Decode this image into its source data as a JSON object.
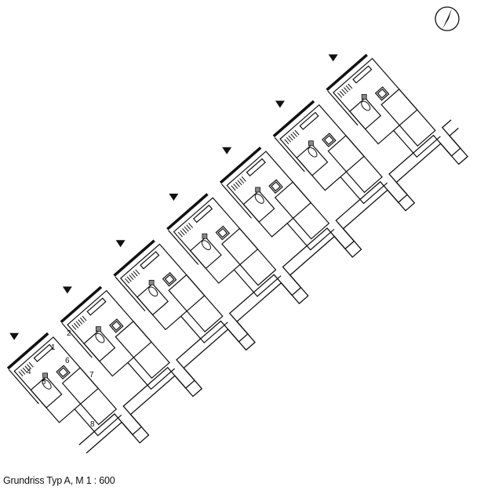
{
  "plan": {
    "caption": "Grundriss Typ A, M 1 : 600",
    "room_labels": [
      "1",
      "2",
      "4",
      "5",
      "6",
      "7",
      "8"
    ],
    "unit_count": 7,
    "entrance_markers": 7,
    "north_arrow": "north-arrow-icon",
    "colors": {
      "line": "#111111",
      "background": "#ffffff",
      "fixture_fill": "#888888"
    }
  }
}
